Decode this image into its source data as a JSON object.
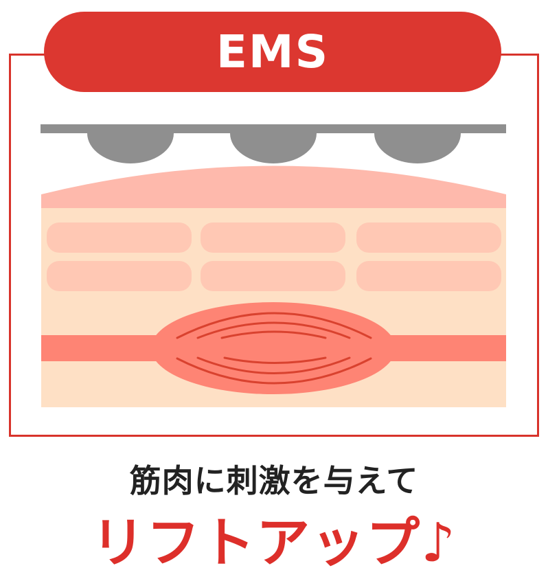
{
  "header": {
    "title": "EMS"
  },
  "diagram": {
    "electrode_count": 3,
    "layers": [
      "electrode-plate",
      "skin",
      "fat",
      "muscle"
    ],
    "colors": {
      "frame": "#d8332b",
      "pill": "#dc3730",
      "electrode": "#8f8f8f",
      "skin": "#feb9ac",
      "tissue": "#fee0c5",
      "fat": "#ffc8b4",
      "muscle": "#fe8474",
      "muscle_fiber": "#d9422f"
    }
  },
  "caption": {
    "line1": "筋肉に刺激を与えて",
    "line2": "リフトアップ♪"
  }
}
